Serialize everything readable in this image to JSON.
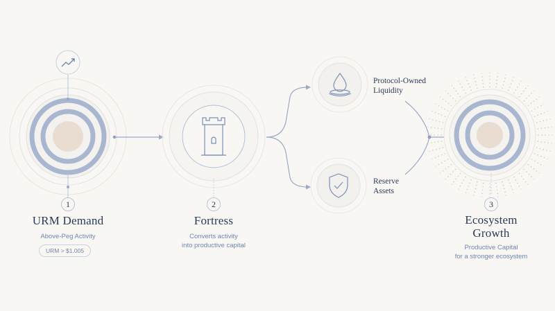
{
  "nodes": {
    "demand": {
      "number": "1",
      "title": "URM Demand",
      "subtitle": "Above-Peg Activity",
      "badge": "URM > $1.005",
      "icon": "trend-up-icon"
    },
    "fortress": {
      "number": "2",
      "title": "Fortress",
      "subtitle_line1": "Converts activity",
      "subtitle_line2": "into productive capital",
      "icon": "tower-icon"
    },
    "growth": {
      "number": "3",
      "title_line1": "Ecosystem",
      "title_line2": "Growth",
      "subtitle_line1": "Productive Capital",
      "subtitle_line2": "for a stronger ecosystem"
    }
  },
  "branches": {
    "liquidity": {
      "label_line1": "Protocol-Owned",
      "label_line2": "Liquidity",
      "icon": "water-drop-icon"
    },
    "reserve": {
      "label_line1": "Reserve",
      "label_line2": "Assets",
      "icon": "shield-check-icon"
    }
  },
  "colors": {
    "background": "#f8f7f4",
    "ring": "#a8b6d0",
    "core": "#e8ddd0",
    "line": "#9aaac6",
    "title": "#2a3a55",
    "subtitle": "#6f86ad"
  }
}
